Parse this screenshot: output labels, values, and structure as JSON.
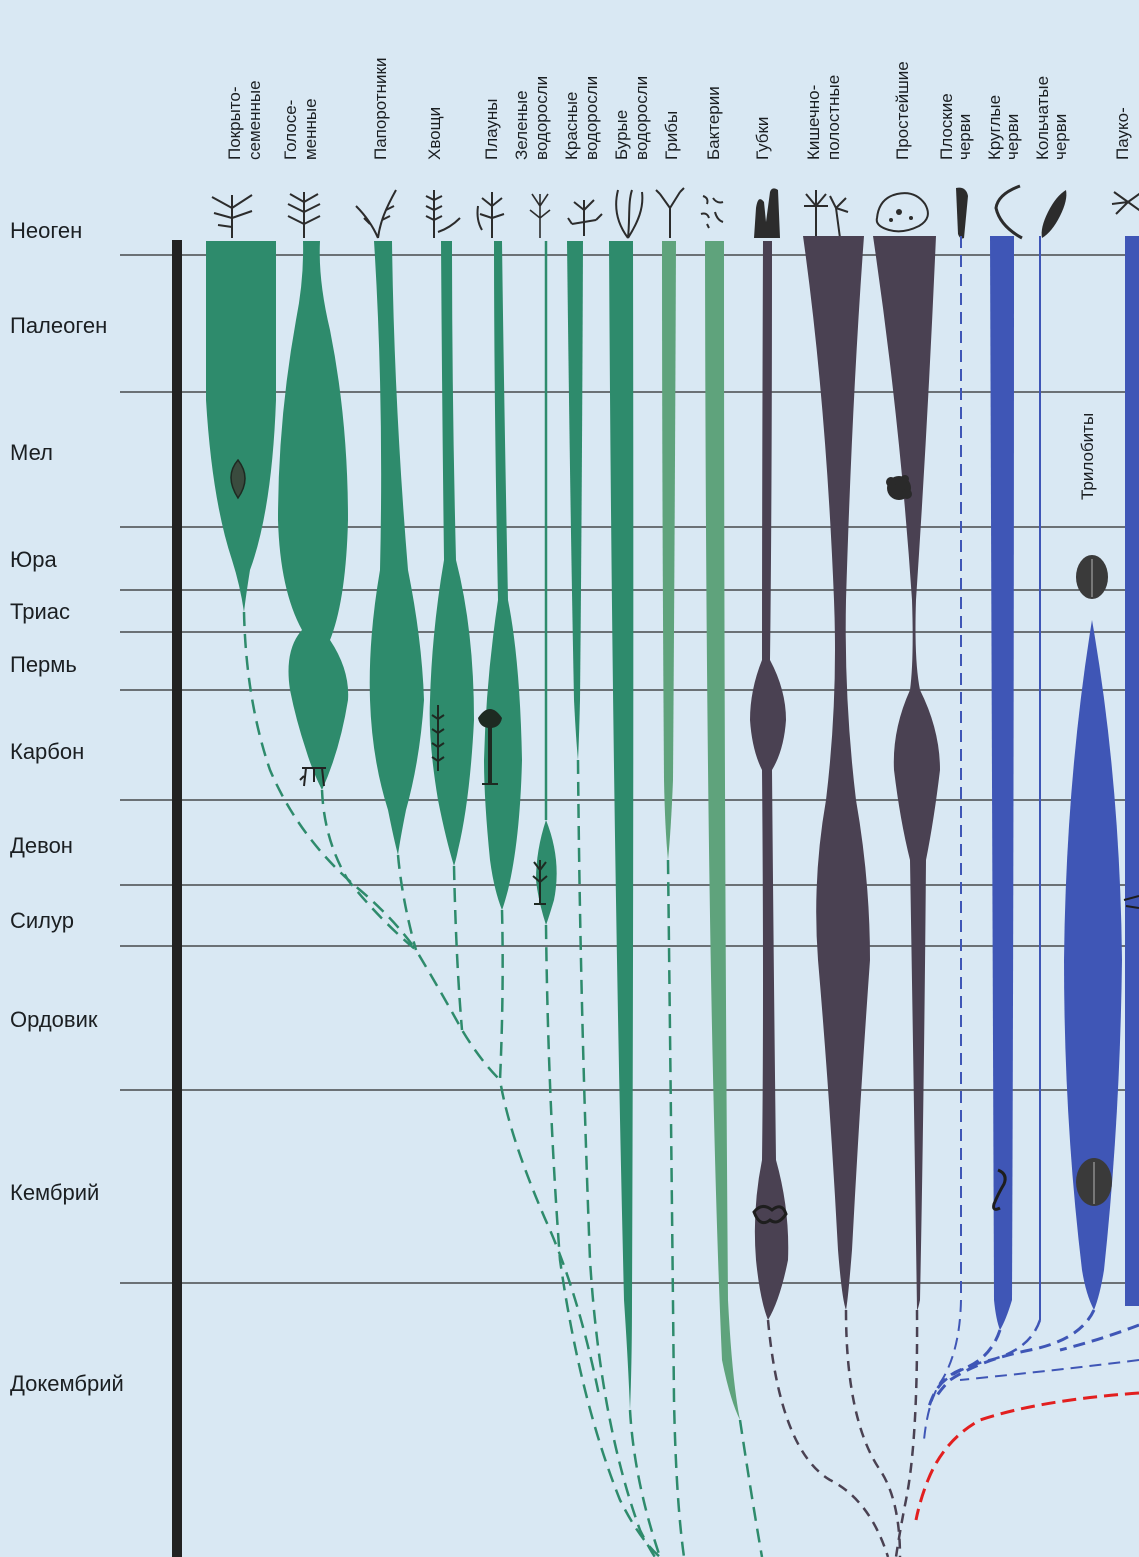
{
  "colors": {
    "background": "#d9e8f3",
    "plants": "#2e8b6c",
    "plants_light": "#5fa37c",
    "animals_dark": "#4a4152",
    "animals_blue": "#3f56b6",
    "red_line": "#e21f1f",
    "axis": "#222222"
  },
  "periods": [
    {
      "name": "Неоген"
    },
    {
      "name": "Палеоген"
    },
    {
      "name": "Мел"
    },
    {
      "name": "Юра"
    },
    {
      "name": "Триас"
    },
    {
      "name": "Пермь"
    },
    {
      "name": "Карбон"
    },
    {
      "name": "Девон"
    },
    {
      "name": "Силур"
    },
    {
      "name": "Ордовик"
    },
    {
      "name": "Кембрий"
    },
    {
      "name": "Докембрий"
    }
  ],
  "groups": [
    {
      "lines": [
        "Покрыто-",
        "семенные"
      ],
      "icon": "flowering-plant-icon"
    },
    {
      "lines": [
        "Голосе-",
        "менные"
      ],
      "icon": "conifer-icon"
    },
    {
      "lines": [
        "Папоротники"
      ],
      "icon": "fern-icon"
    },
    {
      "lines": [
        "Хвощи"
      ],
      "icon": "horsetail-icon"
    },
    {
      "lines": [
        "Плауны"
      ],
      "icon": "club-moss-icon"
    },
    {
      "lines": [
        "Зеленые",
        "водоросли"
      ],
      "icon": "green-algae-icon"
    },
    {
      "lines": [
        "Красные",
        "водоросли"
      ],
      "icon": "red-algae-icon"
    },
    {
      "lines": [
        "Бурые",
        "водоросли"
      ],
      "icon": "brown-algae-icon"
    },
    {
      "lines": [
        "Грибы"
      ],
      "icon": "fungi-icon"
    },
    {
      "lines": [
        "Бактерии"
      ],
      "icon": "bacteria-icon"
    },
    {
      "lines": [
        "Губки"
      ],
      "icon": "sponge-icon"
    },
    {
      "lines": [
        "Кишечно-",
        "полостные"
      ],
      "icon": "coelenterate-icon"
    },
    {
      "lines": [
        "Простейшие"
      ],
      "icon": "protozoa-icon"
    },
    {
      "lines": [
        "Плоские",
        "черви"
      ],
      "icon": "flatworm-icon"
    },
    {
      "lines": [
        "Круглые",
        "черви"
      ],
      "icon": "roundworm-icon"
    },
    {
      "lines": [
        "Кольчатые",
        "черви"
      ],
      "icon": "annelid-icon"
    },
    {
      "lines": [
        "Пауко-"
      ],
      "icon": "arachnid-icon"
    }
  ],
  "trilobites_label": "Трилобиты"
}
